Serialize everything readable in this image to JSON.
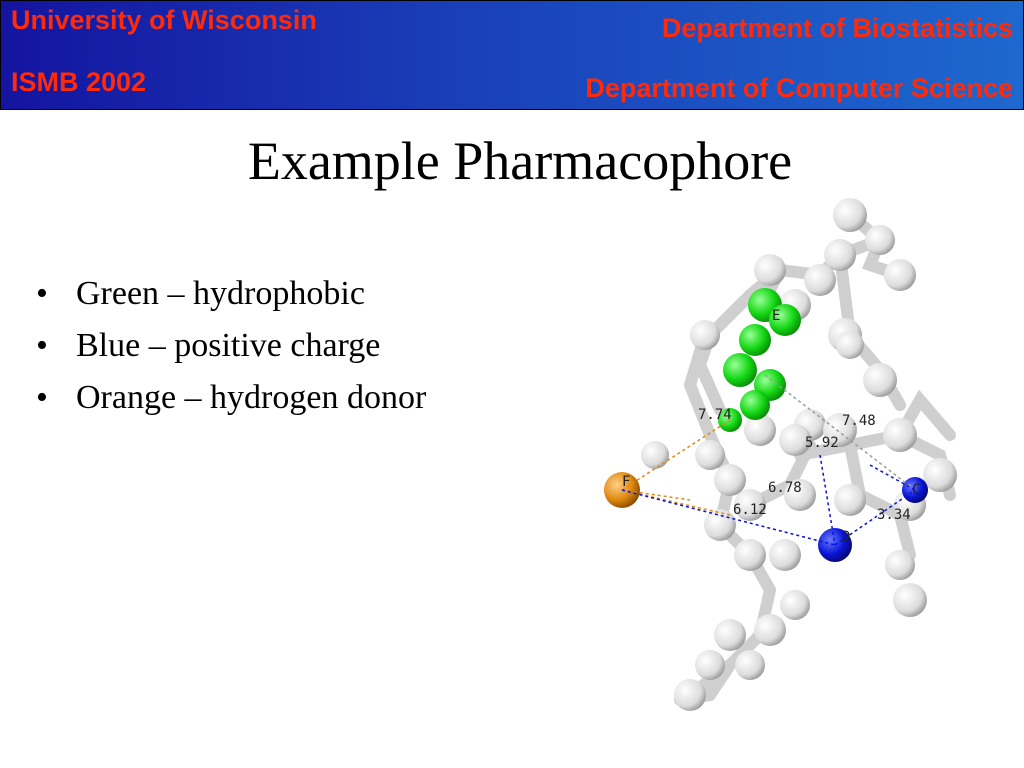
{
  "header": {
    "left_line1": "University  of Wisconsin",
    "left_line2": "ISMB 2002",
    "right_line1": "Department of Biostatistics",
    "right_line2": "Department of Computer Science"
  },
  "slide": {
    "title": "Example Pharmacophore",
    "bullets": [
      "Green – hydrophobic",
      "Blue – positive charge",
      "Orange – hydrogen donor"
    ]
  },
  "molecule": {
    "atom_labels": [
      "E",
      "F",
      "C",
      "D"
    ],
    "distances": [
      "7.74",
      "7.48",
      "5.92",
      "6.78",
      "6.12",
      "3.34"
    ],
    "colors": {
      "hydrophobic": "#12d812",
      "positive_charge": "#0a14d8",
      "hydrogen_donor": "#e08a10",
      "carbon": "#e6e6e6"
    }
  }
}
